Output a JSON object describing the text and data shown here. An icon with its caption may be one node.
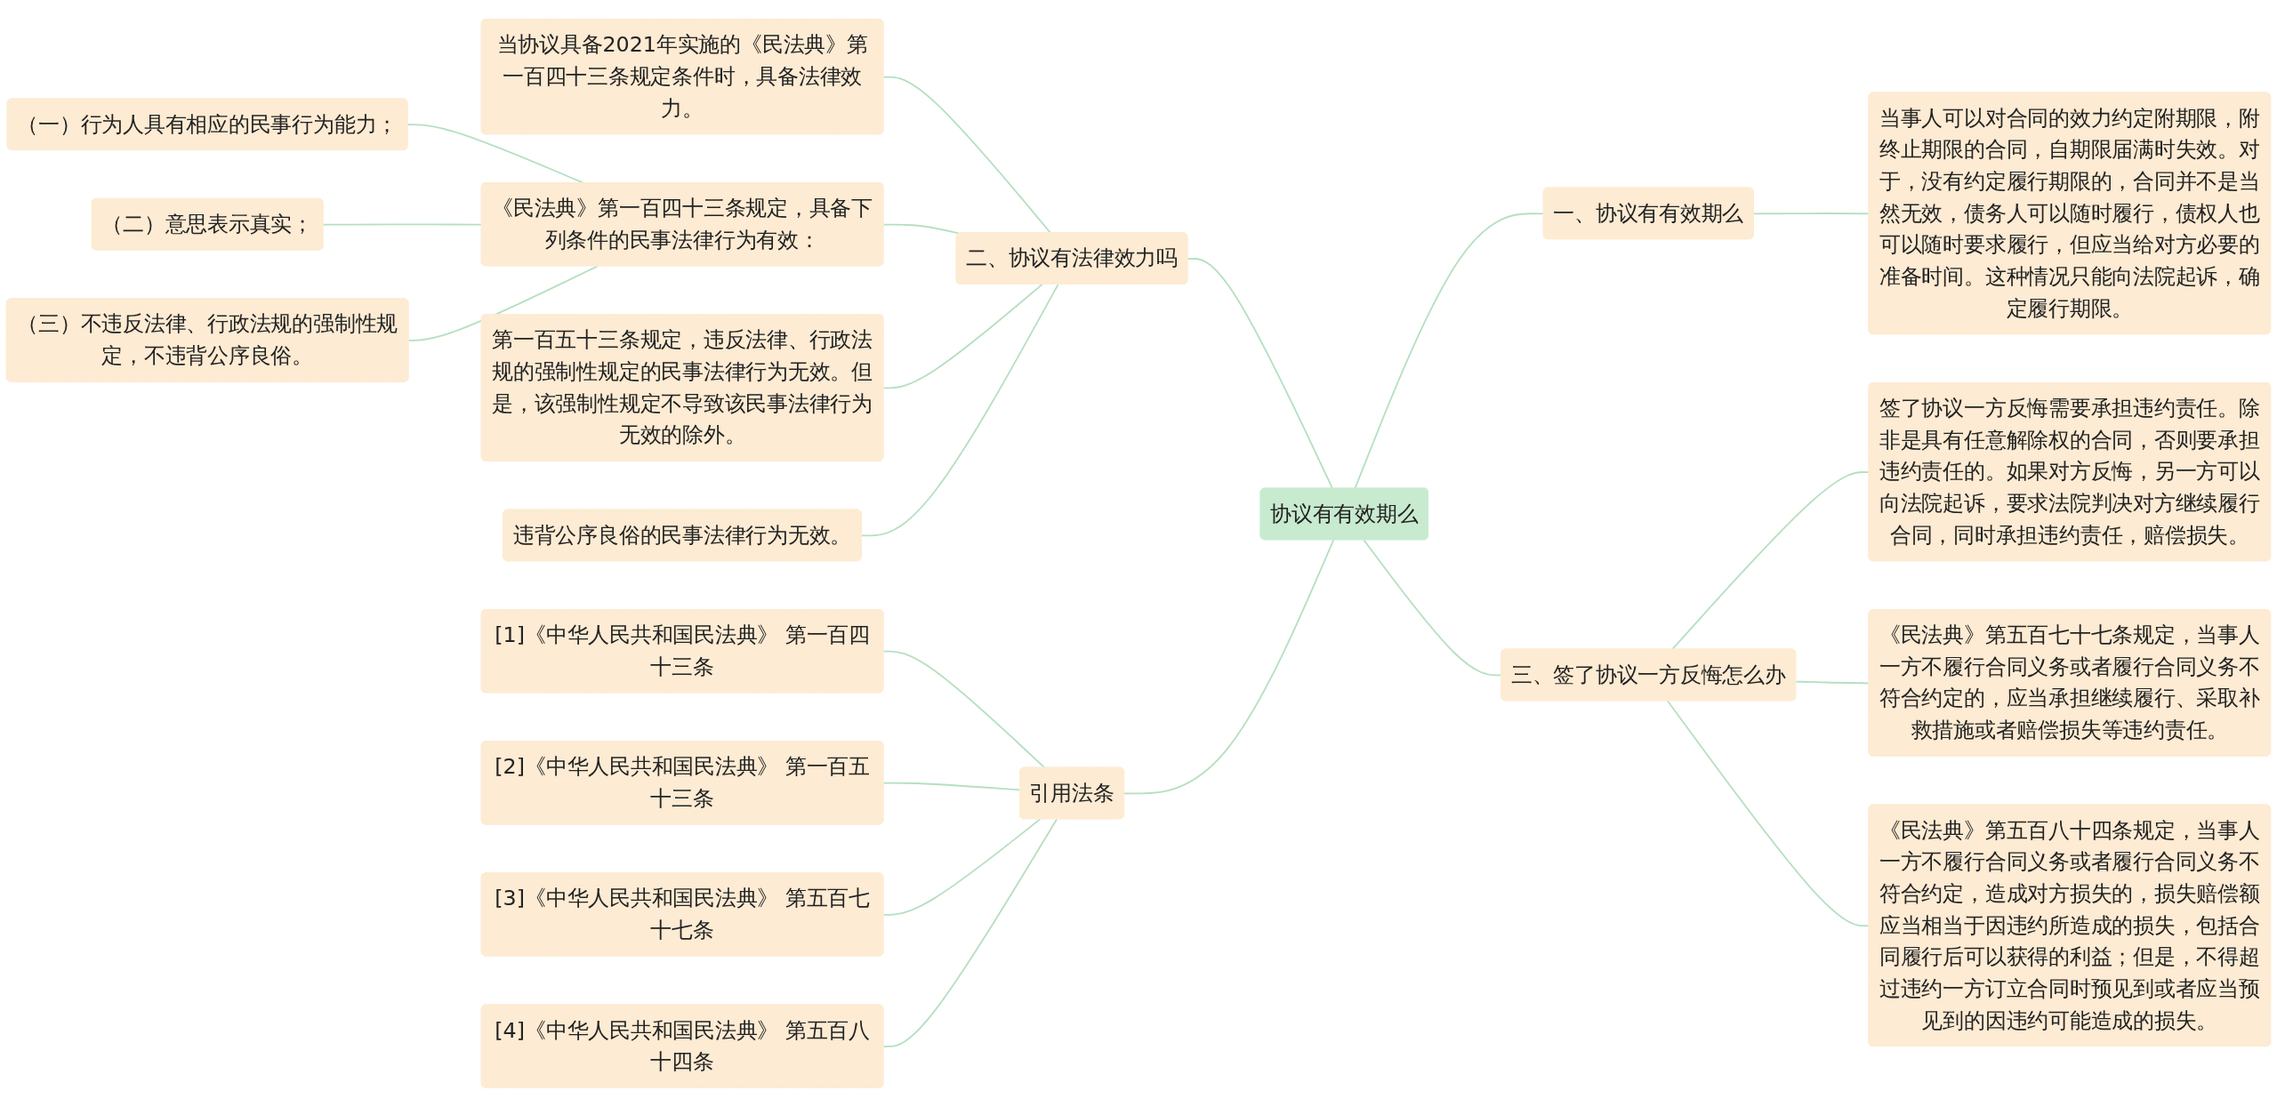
{
  "diagram": {
    "nodes": [
      {
        "text": [
          "协议有有效期么"
        ]
      },
      {
        "text": [
          "一、协议有有效期么"
        ]
      },
      {
        "text": [
          "当事人可以对合同的效力约定附期限，附终止期限的合同，自期限届满时失效。对于，没有约定履行期限的，合同并不是当然无效，债务人可以随时履行，债权人也可以随时要求履行，但应当给对方必要的准备时间。这种情况只能向法院起诉，确定履行期限。"
        ]
      },
      {
        "text": [
          "三、签了协议一方反悔怎么办"
        ]
      },
      {
        "text": [
          "签了协议一方反悔需要承担违约责任。除非是具有任意解除权的合同，否则要承担违约责任的。如果对方反悔，另一方可以向法院起诉，要求法院判决对方继续履行合同，同时承担违约责任，赔偿损失。"
        ]
      },
      {
        "text": [
          "《民法典》第五百七十七条规定，当事人一方不履行合同义务或者履行合同义务不符合约定的，应当承担继续履行、采取补救措施或者赔偿损失等违约责任。"
        ]
      },
      {
        "text": [
          "《民法典》第五百八十四条规定，当事人一方不履行合同义务或者履行合同义务不符合约定，造成对方损失的，损失赔偿额应当相当于因违约所造成的损失，包括合同履行后可以获得的利益；但是，不得超过违约一方订立合同时预见到或者应当预见到的因违约可能造成的损失。"
        ]
      },
      {
        "text": [
          "二、协议有法律效力吗"
        ]
      },
      {
        "text": [
          "当协议具备2021年实施的《民法典》第一百四十三条规定条件时，具备法律效力。"
        ]
      },
      {
        "text": [
          "《民法典》第一百四十三条规定，具备下列条件的民事法律行为有效："
        ]
      },
      {
        "text": [
          "（一）行为人具有相应的民事行为能力；"
        ]
      },
      {
        "text": [
          "（二）意思表示真实；"
        ]
      },
      {
        "text": [
          "（三）不违反法律、行政法规的强制性规定，不违背公序良俗。"
        ]
      },
      {
        "text": [
          "第一百五十三条规定，违反法律、行政法规的强制性规定的民事法律行为无效。但是，该强制性规定不导致该民事法律行为无效的除外。"
        ]
      },
      {
        "text": [
          "违背公序良俗的民事法律行为无效。"
        ]
      },
      {
        "text": [
          "引用法条"
        ]
      },
      {
        "text": [
          "[1]《中华人民共和国民法典》 第一百四十三条"
        ]
      },
      {
        "text": [
          "[2]《中华人民共和国民法典》 第一百五十三条"
        ]
      },
      {
        "text": [
          "[3]《中华人民共和国民法典》 第五百七十七条"
        ]
      },
      {
        "text": [
          "[4]《中华人民共和国民法典》 第五百八十四条"
        ]
      }
    ],
    "edges": [
      {
        "from": 0,
        "to": 1,
        "arrow": "none"
      },
      {
        "from": 1,
        "to": 2,
        "arrow": "none"
      },
      {
        "from": 0,
        "to": 3,
        "arrow": "none"
      },
      {
        "from": 3,
        "to": 4,
        "arrow": "none"
      },
      {
        "from": 3,
        "to": 5,
        "arrow": "none"
      },
      {
        "from": 3,
        "to": 6,
        "arrow": "none"
      },
      {
        "from": 0,
        "to": 7,
        "arrow": "none"
      },
      {
        "from": 7,
        "to": 8,
        "arrow": "none"
      },
      {
        "from": 7,
        "to": 9,
        "arrow": "none"
      },
      {
        "from": 9,
        "to": 10,
        "arrow": "none"
      },
      {
        "from": 9,
        "to": 11,
        "arrow": "none"
      },
      {
        "from": 9,
        "to": 12,
        "arrow": "none"
      },
      {
        "from": 7,
        "to": 13,
        "arrow": "none"
      },
      {
        "from": 7,
        "to": 14,
        "arrow": "none"
      },
      {
        "from": 0,
        "to": 15,
        "arrow": "none"
      },
      {
        "from": 15,
        "to": 16,
        "arrow": "none"
      },
      {
        "from": 15,
        "to": 17,
        "arrow": "none"
      },
      {
        "from": 15,
        "to": 18,
        "arrow": "none"
      },
      {
        "from": 15,
        "to": 19,
        "arrow": "none"
      }
    ]
  }
}
